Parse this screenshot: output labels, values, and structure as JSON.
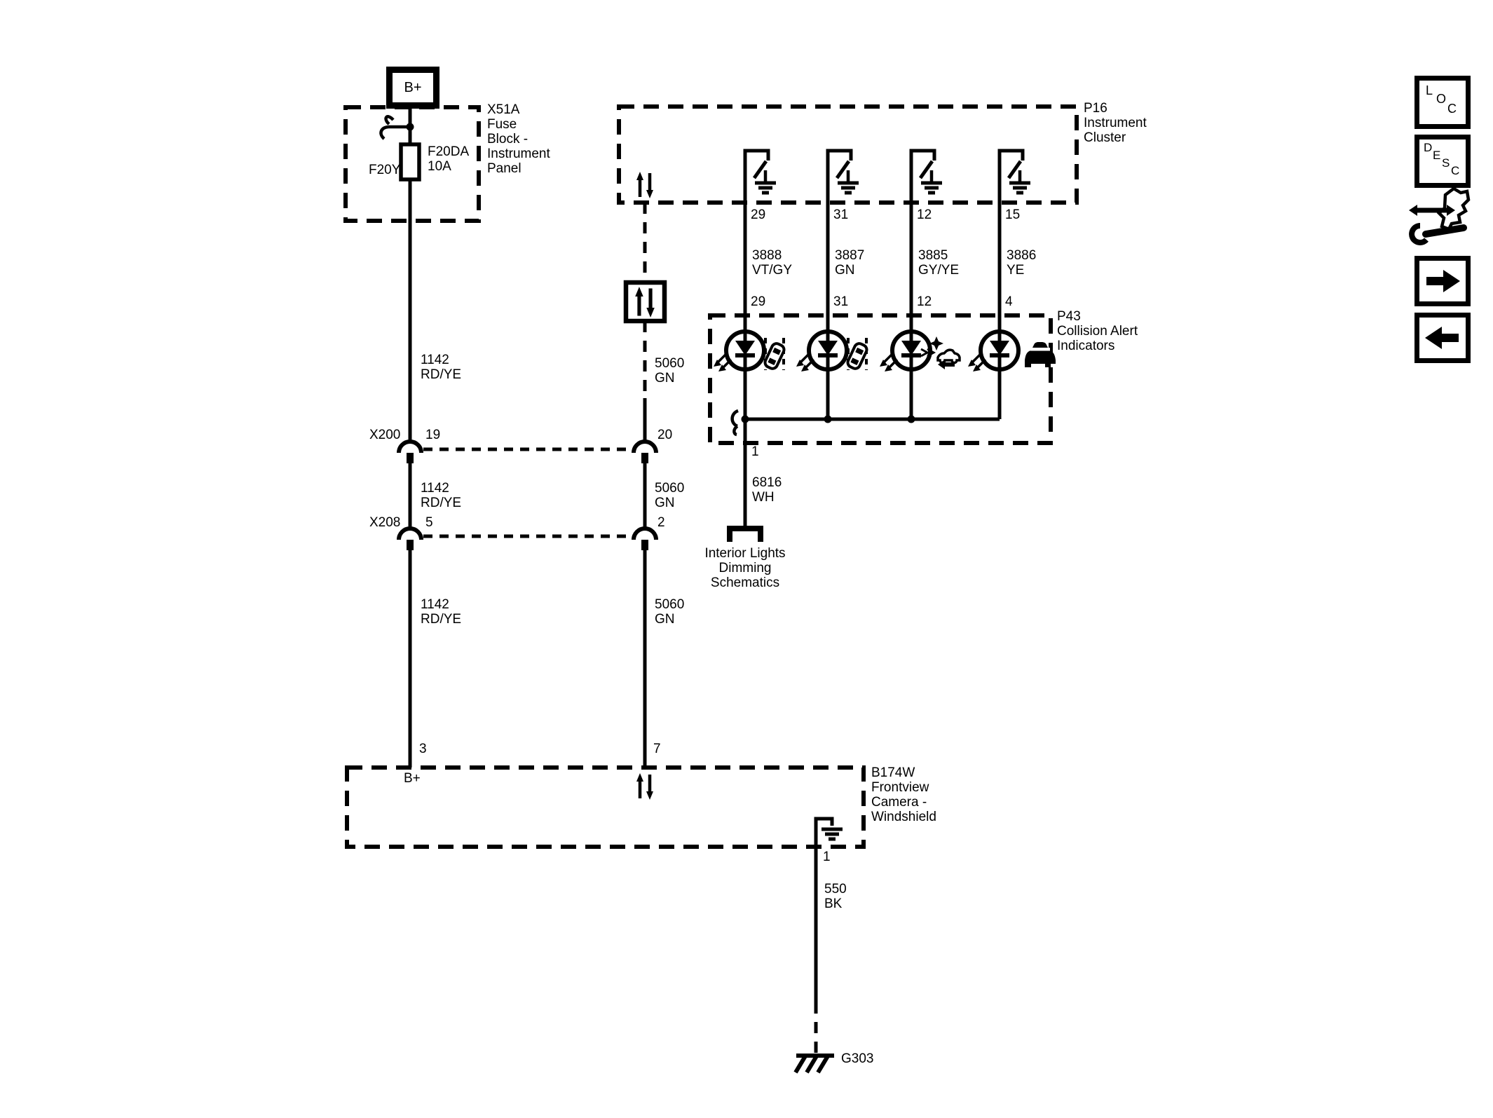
{
  "power": {
    "terminal": "B+"
  },
  "fuse_block": {
    "label": "X51A\nFuse\nBlock -\nInstrument\nPanel",
    "fuse": "F20DA\n10A",
    "fuse_position": "F20Y"
  },
  "instrument_cluster": {
    "label": "P16\nInstrument\nCluster",
    "pins_bottom": [
      "29",
      "31",
      "12",
      "15"
    ]
  },
  "collision_indicators": {
    "label": "P43\nCollision Alert\nIndicators",
    "pins_top": [
      "29",
      "31",
      "12",
      "4"
    ],
    "pin_out": "1",
    "icons": [
      "lane-departure-left-icon",
      "lane-departure-right-icon",
      "forward-collision-alert-icon",
      "vehicle-ahead-icon"
    ]
  },
  "camera": {
    "label": "B174W\nFrontview\nCamera -\nWindshield",
    "pin_power": "3",
    "power_net": "B+",
    "pin_data": "7",
    "pin_ground": "1"
  },
  "inline_connectors": {
    "x200": {
      "name": "X200",
      "left_pin": "19",
      "right_pin": "20"
    },
    "x208": {
      "name": "X208",
      "left_pin": "5",
      "right_pin": "2"
    }
  },
  "wires": {
    "battery_feed": "1142\nRD/YE",
    "serial_data": "5060\nGN",
    "ind_lane_left": "3888\nVT/GY",
    "ind_lane_right": "3887\nGN",
    "ind_collision": "3885\nGY/YE",
    "ind_vehicle": "3886\nYE",
    "dimming": "6816\nWH",
    "ground_wire": "550\nBK"
  },
  "grounds": {
    "g303": "G303"
  },
  "offpage_reference": "Interior Lights\nDimming\nSchematics",
  "toolbar": {
    "loc": [
      "L",
      "O",
      "C"
    ],
    "desc": [
      "D",
      "E",
      "S",
      "C"
    ],
    "buttons": [
      "location-view",
      "description-view",
      "harness-repair",
      "next-page",
      "previous-page"
    ]
  }
}
